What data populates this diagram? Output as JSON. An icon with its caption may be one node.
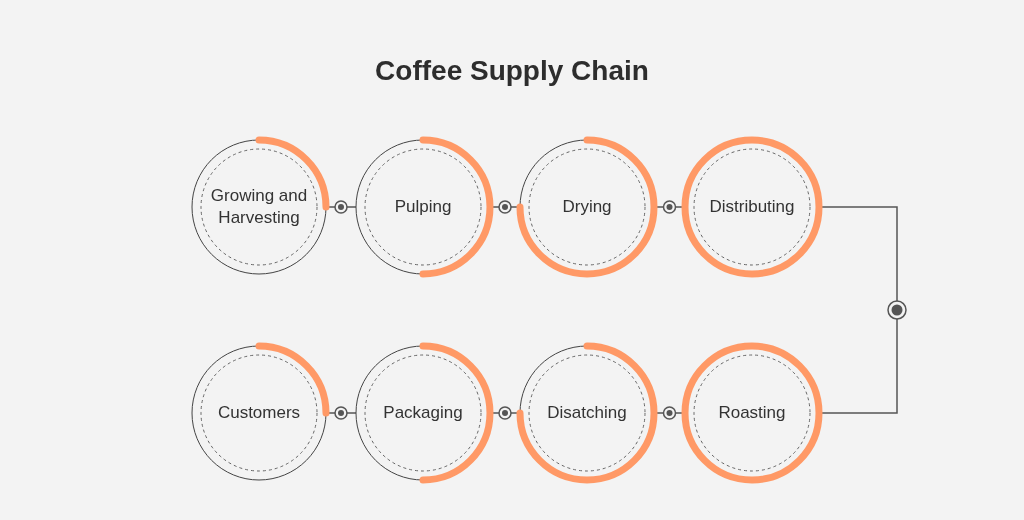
{
  "diagram": {
    "title": "Coffee Supply Chain",
    "nodes": [
      {
        "text": [
          "Growing and Harvesting"
        ]
      },
      {
        "text": [
          "Pulping"
        ]
      },
      {
        "text": [
          "Drying"
        ]
      },
      {
        "text": [
          "Distributing"
        ]
      },
      {
        "text": [
          "Customers"
        ]
      },
      {
        "text": [
          "Packaging"
        ]
      },
      {
        "text": [
          "Disatching"
        ]
      },
      {
        "text": [
          "Roasting"
        ]
      }
    ],
    "edges": [
      {
        "from": 0,
        "to": 1,
        "arrow": "none"
      },
      {
        "from": 1,
        "to": 2,
        "arrow": "none"
      },
      {
        "from": 2,
        "to": 3,
        "arrow": "none"
      },
      {
        "from": 3,
        "to": 7,
        "arrow": "none"
      },
      {
        "from": 7,
        "to": 6,
        "arrow": "none"
      },
      {
        "from": 6,
        "to": 5,
        "arrow": "none"
      },
      {
        "from": 5,
        "to": 4,
        "arrow": "none"
      }
    ]
  }
}
